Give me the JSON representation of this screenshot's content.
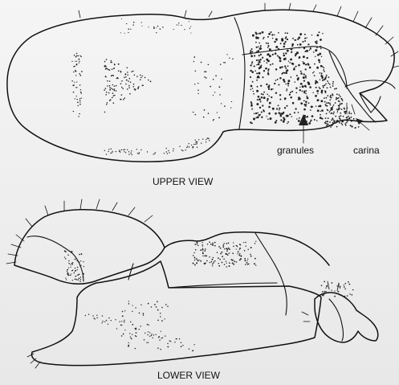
{
  "figure": {
    "upper_view_label": "UPPER VIEW",
    "lower_view_label": "LOWER VIEW",
    "annotations": {
      "granules": "granules",
      "carina": "carina"
    },
    "colors": {
      "background_top": "#f5f5f5",
      "background_bottom": "#e8e8e8",
      "ink": "#111111"
    }
  }
}
